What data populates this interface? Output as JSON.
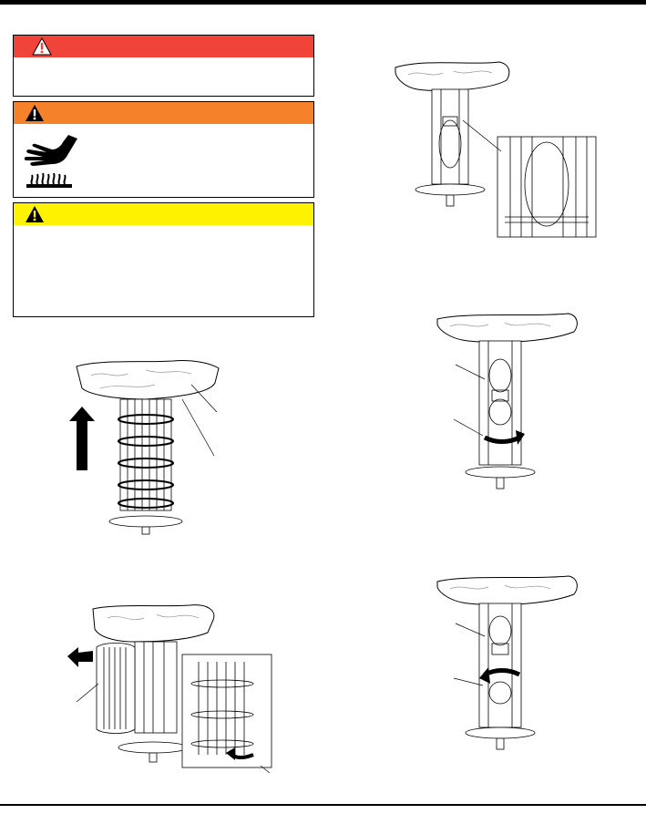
{
  "page": {
    "colors": {
      "danger": "#f0443a",
      "warning": "#f5822a",
      "caution": "#fff200"
    }
  },
  "hazards": [
    {
      "level": "danger",
      "icon": "alert-triangle-icon"
    },
    {
      "level": "warning",
      "icon": "alert-triangle-icon",
      "pictogram": "hot-surface-hand-icon"
    },
    {
      "level": "caution",
      "icon": "alert-triangle-icon"
    }
  ],
  "figures": [
    {
      "id": "guard-lift",
      "icons": [
        "up-arrow-icon"
      ]
    },
    {
      "id": "guard-removal",
      "icons": [
        "left-arrow-icon",
        "curved-arrow-icon"
      ]
    },
    {
      "id": "element-clip-detail",
      "icons": []
    },
    {
      "id": "element-rotate-right",
      "icons": [
        "curved-arrow-right-icon"
      ]
    },
    {
      "id": "element-rotate-left",
      "icons": [
        "curved-arrow-left-icon"
      ]
    }
  ]
}
